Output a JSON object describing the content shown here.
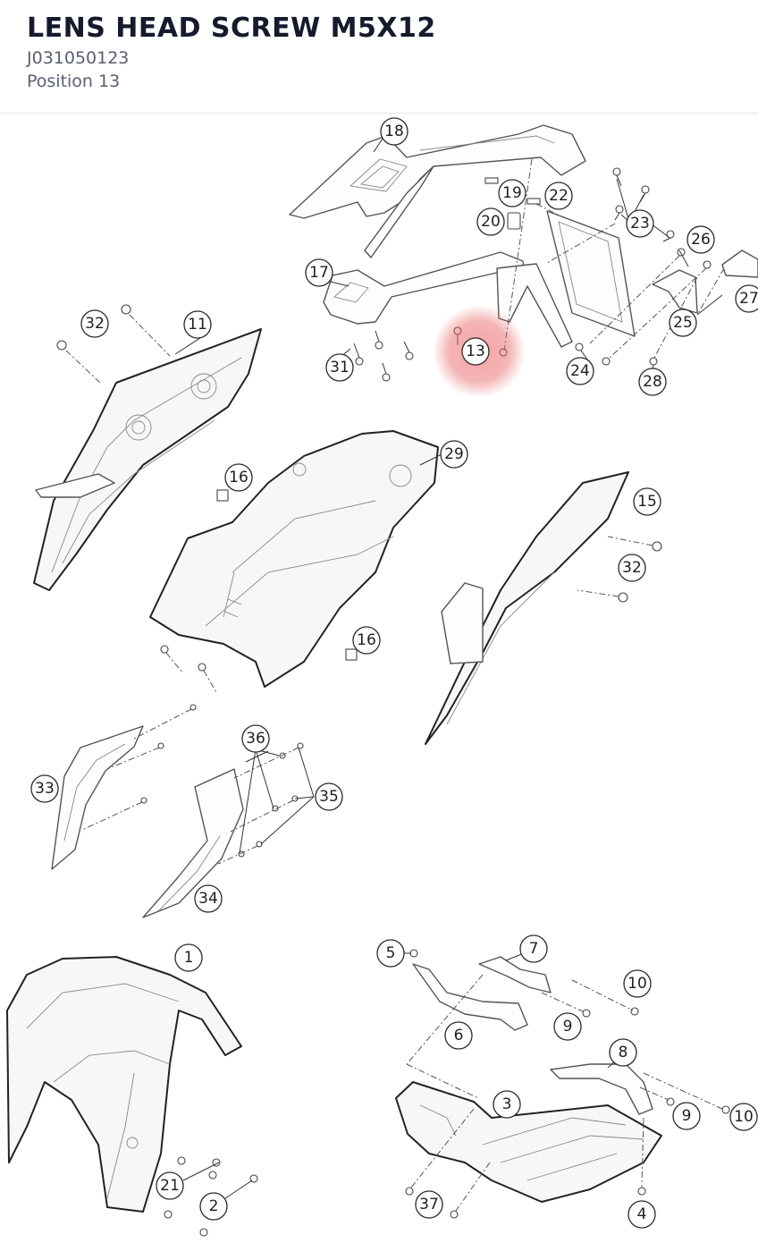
{
  "header": {
    "title": "LENS HEAD SCREW M5X12",
    "part_number": "J031050123",
    "position": "Position 13"
  },
  "diagram": {
    "highlight_color": "#e85a5a",
    "selected_callout": "13",
    "callouts": {
      "c18": "18",
      "c19": "19",
      "c20": "20",
      "c22": "22",
      "c23": "23",
      "c26": "26",
      "c17": "17",
      "c27": "27",
      "c32a": "32",
      "c11": "11",
      "c13": "13",
      "c25": "25",
      "c31": "31",
      "c24": "24",
      "c28": "28",
      "c29": "29",
      "c16a": "16",
      "c15": "15",
      "c32b": "32",
      "c16b": "16",
      "c36": "36",
      "c33": "33",
      "c35": "35",
      "c34": "34",
      "c1": "1",
      "c7": "7",
      "c5": "5",
      "c10a": "10",
      "c6": "6",
      "c9a": "9",
      "c8": "8",
      "c3": "3",
      "c9b": "9",
      "c10b": "10",
      "c21": "21",
      "c2": "2",
      "c37": "37",
      "c4": "4"
    }
  }
}
